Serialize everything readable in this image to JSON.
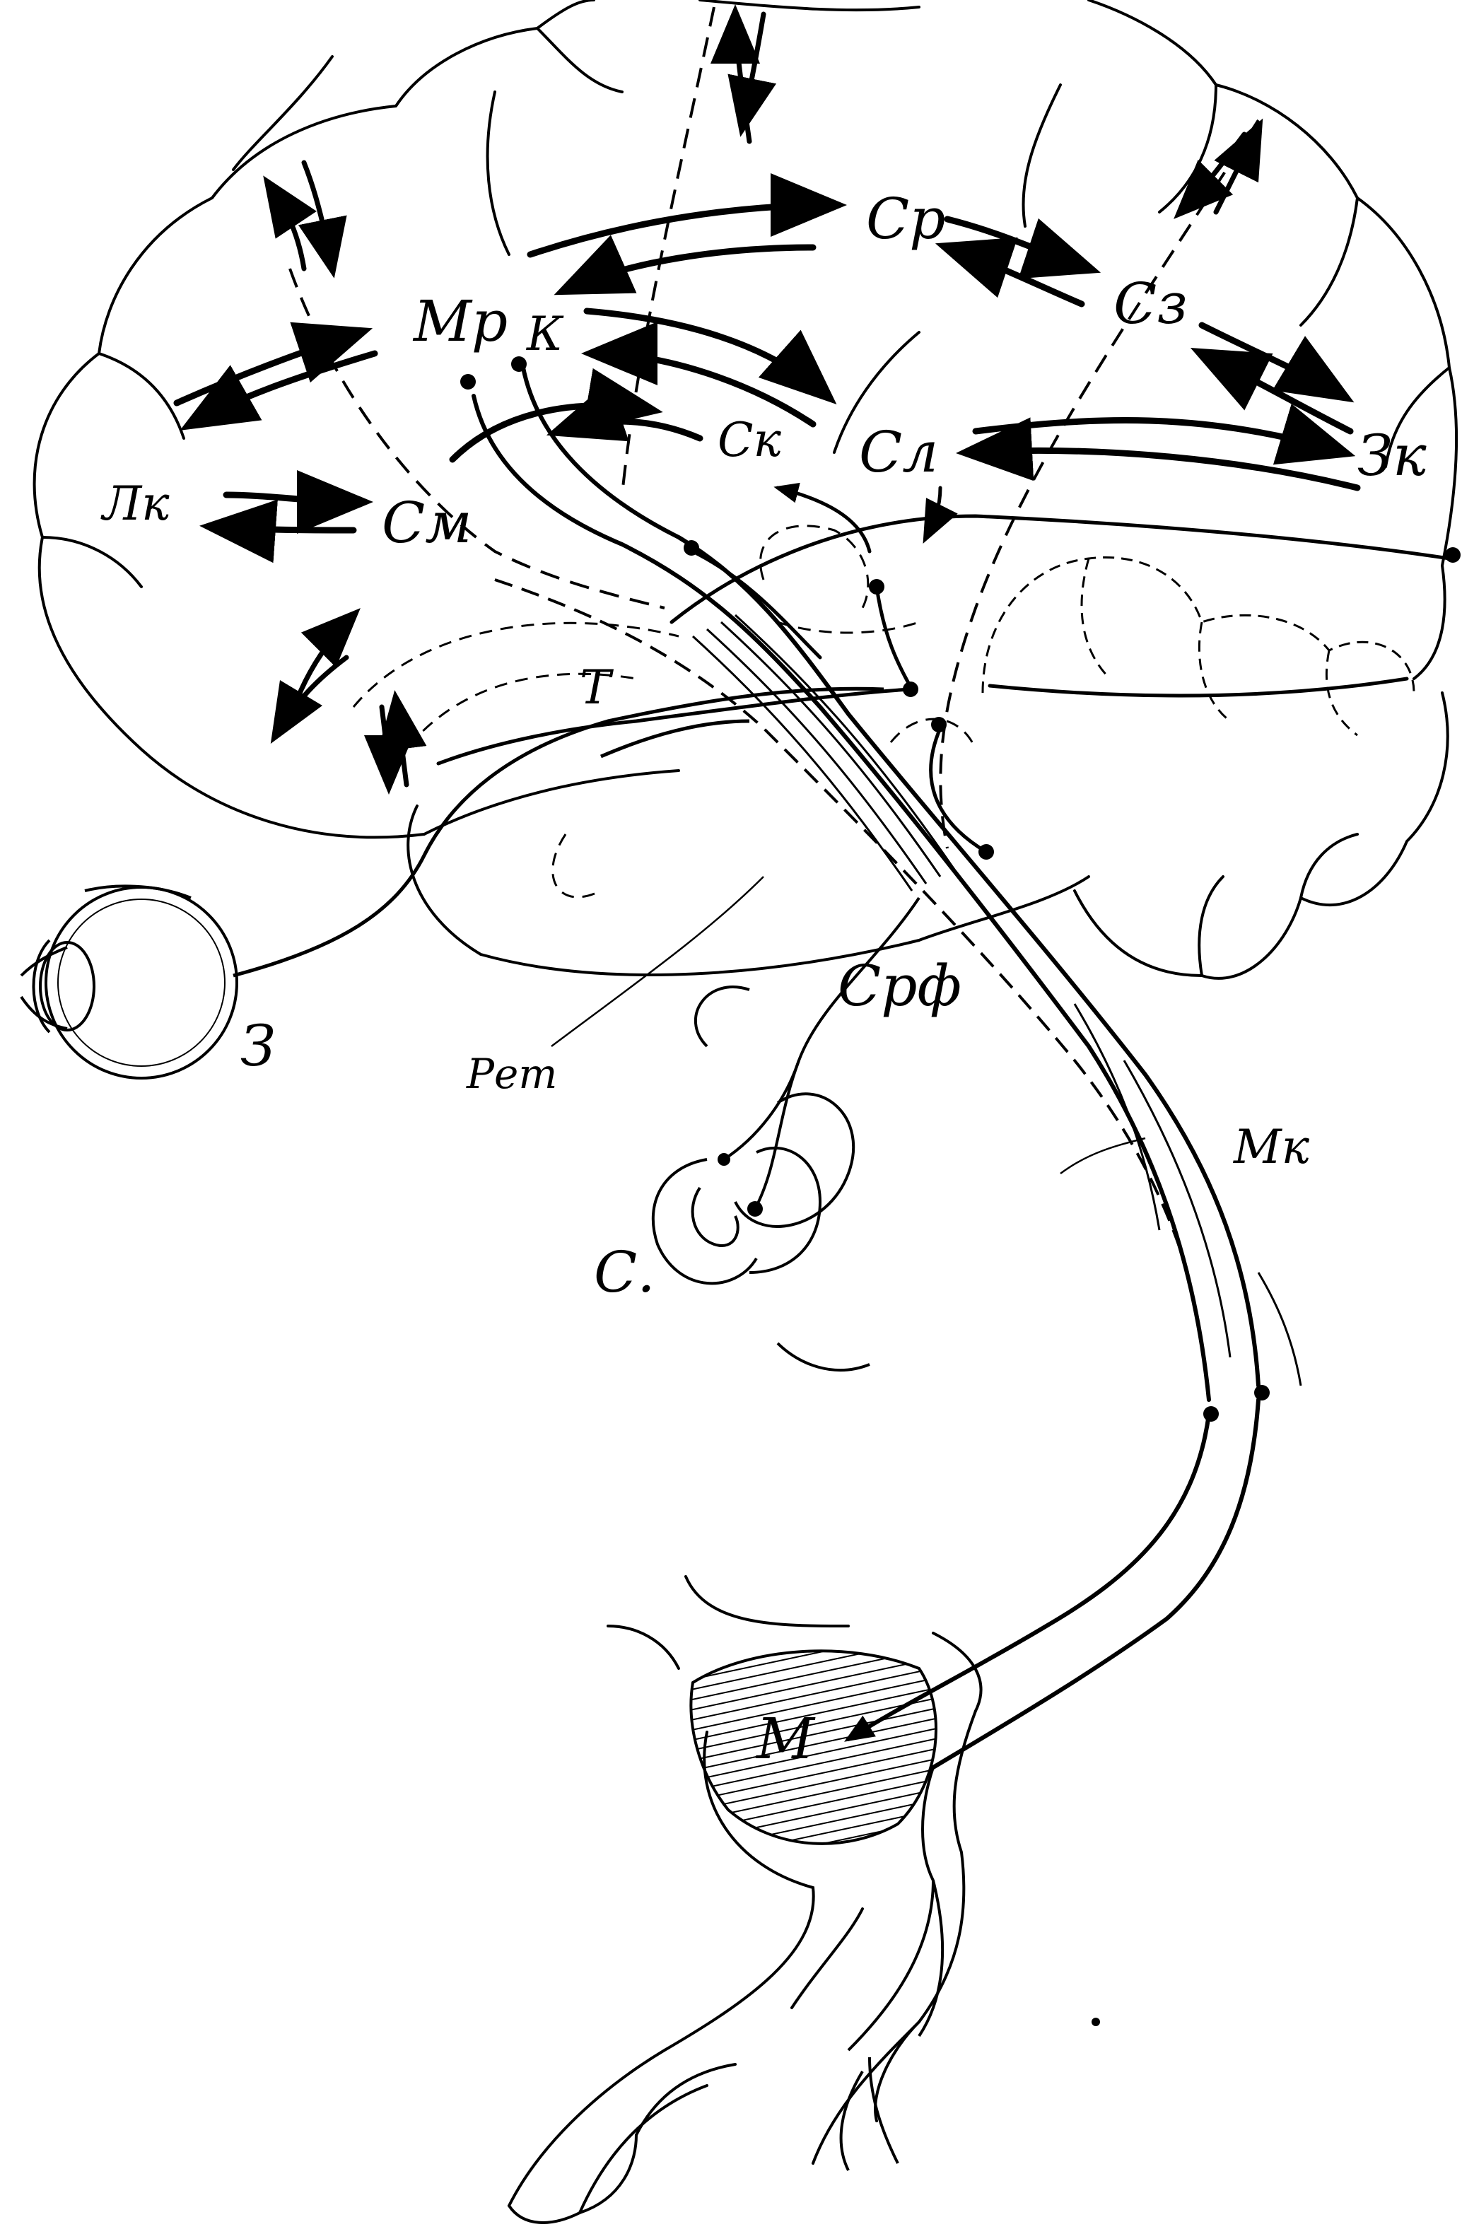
{
  "figure": {
    "labels": {
      "mr": "Мр",
      "k": "К",
      "sr": "Ср",
      "sz": "Сз",
      "lk": "Лк",
      "sm": "См",
      "sk": "Ск",
      "sl": "Сл",
      "zk": "Зк",
      "t": "Т",
      "z": "З",
      "ret": "Рет",
      "srf": "Срф",
      "mk": "Мк",
      "s": "С.",
      "m": "М"
    }
  }
}
